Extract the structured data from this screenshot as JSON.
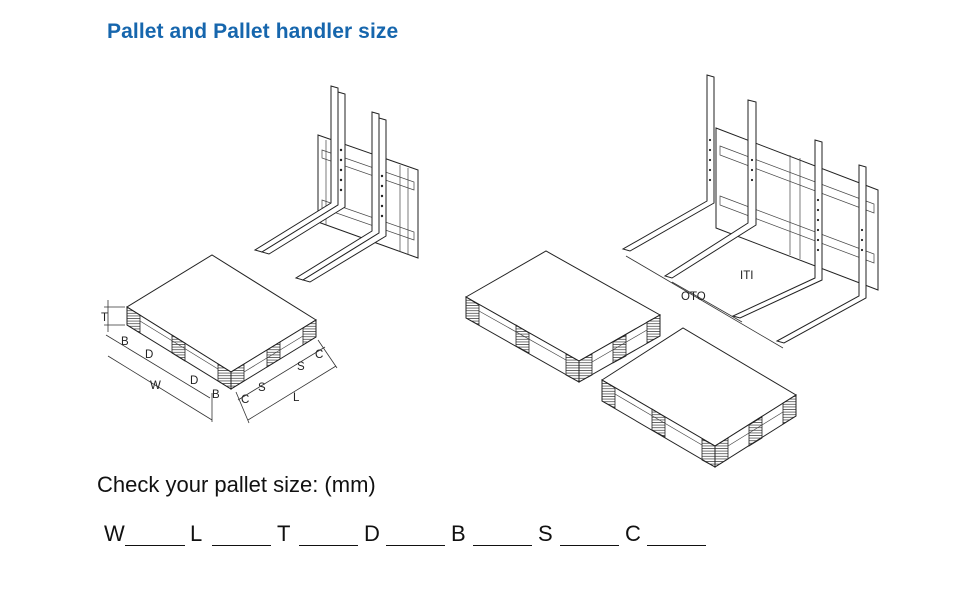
{
  "header": {
    "title": "Pallet and Pallet handler size"
  },
  "form": {
    "heading": "Check your pallet size: (mm)",
    "fields": [
      {
        "letter": "W",
        "blank": "_____"
      },
      {
        "letter": "L",
        "blank": "_____"
      },
      {
        "letter": "T",
        "blank": "_____"
      },
      {
        "letter": "D",
        "blank": "_____"
      },
      {
        "letter": "B",
        "blank": "_____"
      },
      {
        "letter": "S",
        "blank": "_____"
      },
      {
        "letter": "C",
        "blank": "_____"
      }
    ]
  },
  "diagram_labels": {
    "T": "T",
    "B1": "B",
    "D1": "D",
    "W": "W",
    "D2": "D",
    "B2": "B",
    "C1": "C",
    "S1": "S",
    "L": "L",
    "S2": "S",
    "C2": "C",
    "ITI": "ITI",
    "OTO": "OTO"
  }
}
